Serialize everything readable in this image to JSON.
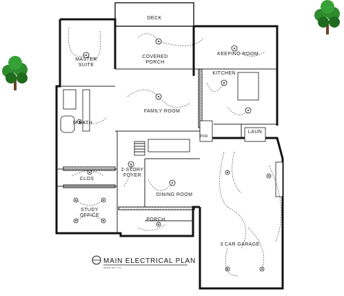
{
  "plan": {
    "title": "MAIN ELECTRICAL PLAN",
    "scale_note": "SCALE: 1/8\" = 1'-0\"",
    "rooms": {
      "deck": "DECK",
      "master_suite_1": "MASTER",
      "master_suite_2": "SUITE",
      "covered_porch_1": "COVERED",
      "covered_porch_2": "PORCH",
      "keeping_room": "KEEPING ROOM",
      "kitchen": "KITCHEN",
      "family_room": "FAMILY ROOM",
      "mbath": "M.BATH",
      "laun": "LAUN",
      "pdr": "PDR",
      "clos": "CLOS",
      "foyer_1": "2-STORY",
      "foyer_2": "FOYER",
      "dining_room": "DINING ROOM",
      "study_office_1": "STUDY",
      "study_office_2": "OFFICE",
      "porch": "PORCH",
      "garage": "3 CAR GARAGE"
    }
  },
  "colors": {
    "line": "#111111",
    "tree_foliage": "#2e8b2e",
    "tree_foliage_dark": "#1e6b1e",
    "tree_trunk": "#6b4226"
  },
  "icons": [
    "tree-icon",
    "light-fixture-icon",
    "ceiling-fan-icon",
    "section-marker-icon"
  ]
}
